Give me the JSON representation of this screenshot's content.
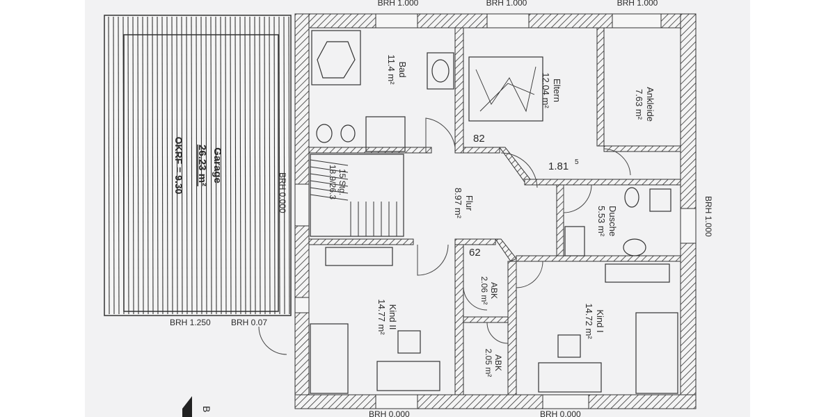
{
  "plan": {
    "brh": {
      "top_left": "BRH 1.000",
      "top_middle": "BRH 1.000",
      "top_right": "BRH 1.000",
      "right": "BRH 1.000",
      "garage_side": "BRH 0.000",
      "bottom_left": "BRH 1.250",
      "bottom_second": "BRH 0.07",
      "bottom_a": "BRH 0.000",
      "bottom_b": "BRH 0.000"
    },
    "rooms": {
      "garage": {
        "name": "Garage",
        "area": "26.23 m²",
        "okrf": "OKRF = 9.30"
      },
      "bad": {
        "name": "Bad",
        "area": "11.4 m²"
      },
      "eltern": {
        "name": "Eltern",
        "area": "12.04 m²"
      },
      "ankleide": {
        "name": "Ankleide",
        "area": "7.63 m²"
      },
      "stairs": {
        "line1": "15 Stg.",
        "line2": "18.9/26.3"
      },
      "flur": {
        "name": "Flur",
        "area": "8.97 m²"
      },
      "dusche": {
        "name": "Dusche",
        "area": "5.53 m²"
      },
      "kind2": {
        "name": "Kind II",
        "area": "14.77 m²"
      },
      "abk1": {
        "name": "ABK",
        "area": "2.06 m²"
      },
      "abk2": {
        "name": "ABK",
        "area": "2.05 m²"
      },
      "kind1": {
        "name": "Kind I",
        "area": "14.72 m²"
      }
    },
    "dims": {
      "d82": "82",
      "d181": "1.81",
      "d181_sup": "5",
      "d62": "62"
    },
    "section_marker": "B"
  }
}
